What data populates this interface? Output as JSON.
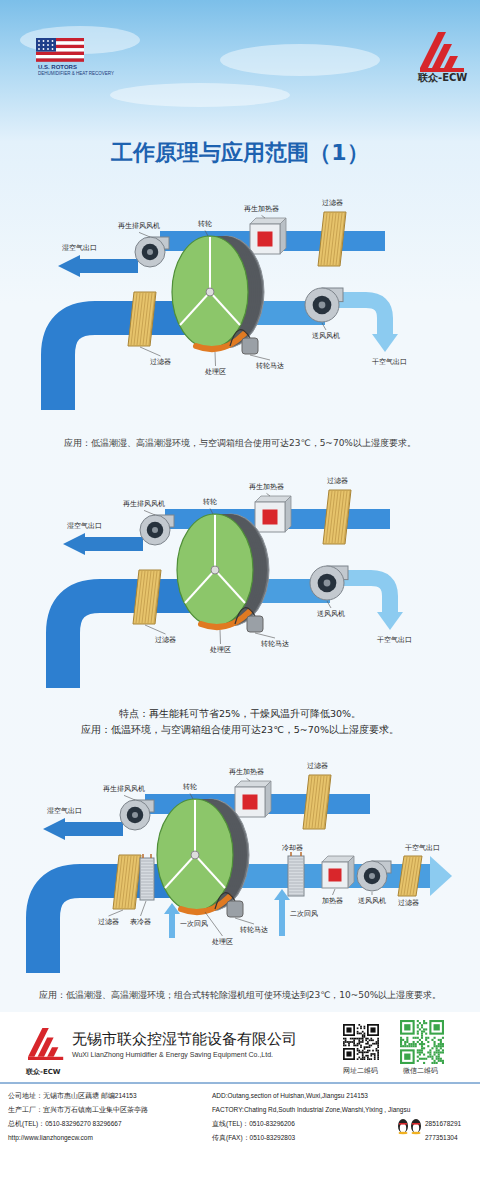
{
  "diagram": {
    "title": "工作原理与应用范围（1）",
    "labels": [
      "U.S. ROTORS",
      "DEHUMIDIFIER & HEAT RECOVERY",
      "联众-ECW",
      "再生加热器",
      "过滤器",
      "再生排风风机",
      "转轮",
      "湿空气出口",
      "送风风机",
      "干空气出口",
      "过滤器",
      "转轮马达",
      "处理区",
      "应用：低温潮湿、高温潮湿环境，与空调箱组合使用可达23℃，5~70%以上湿度要求。",
      "再生加热器",
      "过滤器",
      "再生排风风机",
      "转轮",
      "湿空气出口",
      "送风风机",
      "干空气出口",
      "过滤器",
      "转轮马达",
      "处理区",
      "特点：再生能耗可节省25%，干燥风温升可降低30%。",
      "应用：低温环境，与空调箱组合使用可达23℃，5~70%以上湿度要求。",
      "再生加热器",
      "过滤器",
      "再生排风风机",
      "转轮",
      "湿空气出口",
      "干空气出口",
      "加热器",
      "送风风机",
      "冷却器",
      "过滤器",
      "二次回风",
      "转轮马达",
      "一次回风",
      "过滤器",
      "表冷器",
      "处理区",
      "应用：低温潮湿、高温潮湿环境；组合式转轮除湿机组可使环境达到23℃，10~50%以上湿度要求。",
      "联众-ECW",
      "无锡市联众控湿节能设备有限公司",
      "WuXi LianZhong Humidifier & Energy Saving Equipment Co.,Ltd.",
      "网址二维码",
      "微信二维码",
      "公司地址：无锡市惠山区藕塘 邮编214153",
      "ADD:Outang,section of Huishan,Wuxi,Jiangsu 214153",
      "生产工厂：宜兴市万石镇南工业集中区茶亭路",
      "FACTORY:Chating Rd,South Industrial Zone,Wanshi,Yixing , Jiangsu",
      "总机(TEL)：0510-83296270 83296667",
      "直线(TEL)：0510-83296206",
      "2851678291",
      "http://www.lianzhongecw.com",
      "传真(FAX)：0510-83292803",
      "277351304"
    ]
  }
}
